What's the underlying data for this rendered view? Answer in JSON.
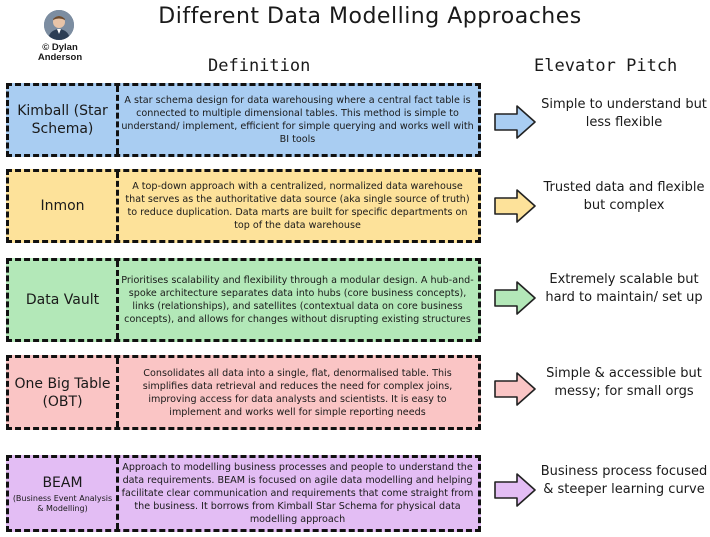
{
  "title": "Different Data Modelling Approaches",
  "author": "© Dylan Anderson",
  "headers": {
    "definition": "Definition",
    "pitch": "Elevator Pitch"
  },
  "rows": [
    {
      "name": "Kimball (Star Schema)",
      "definition": "A star schema design for data warehousing where a central fact table is connected to multiple dimensional tables. This method is simple to understand/ implement, efficient for simple querying and works well with BI tools",
      "pitch": "Simple to understand but less flexible",
      "color": "#a9cdf2"
    },
    {
      "name": "Inmon",
      "definition": "A top-down approach with a centralized, normalized data warehouse that serves as the authoritative data source (aka single source of truth) to reduce duplication. Data marts are built for specific departments on top of the data warehouse",
      "pitch": "Trusted data and flexible but complex",
      "color": "#fde29a"
    },
    {
      "name": "Data Vault",
      "definition": "Prioritises scalability and flexibility through a modular design. A hub-and-spoke architecture separates data into hubs (core business concepts), links (relationships), and satellites (contextual data on core business concepts), and allows for changes without disrupting existing structures",
      "pitch": "Extremely scalable but hard to maintain/ set up",
      "color": "#b3e8b8"
    },
    {
      "name": "One Big Table (OBT)",
      "definition": "Consolidates all data into a single, flat, denormalised table. This simplifies data retrieval and reduces the need for complex joins, improving access for data analysts and scientists. It is easy to implement and works well for simple reporting needs",
      "pitch": "Simple & accessible but messy; for small orgs",
      "color": "#fac5c5"
    },
    {
      "name": "BEAM",
      "subname": "(Business Event Analysis & Modelling)",
      "definition": "Approach to modelling business processes and people to understand the data requirements. BEAM is focused on agile data modelling and helping facilitate clear communication and requirements that come straight from the business. It borrows from Kimball Star Schema for physical data modelling approach",
      "pitch": "Business process focused & steeper learning curve",
      "color": "#e3bdf4"
    }
  ]
}
